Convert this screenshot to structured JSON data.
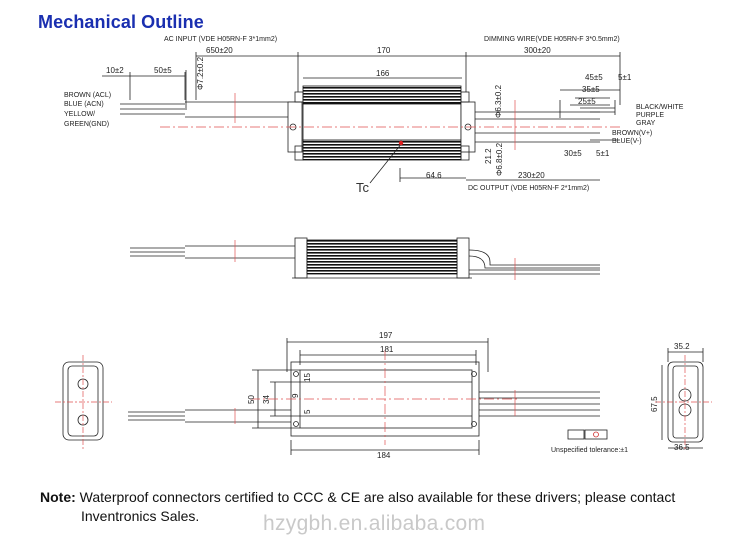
{
  "title": "Mechanical Outline",
  "top_view": {
    "ac_input_label": "AC INPUT  (VDE H05RN-F 3*1mm2)",
    "dimming_wire_label": "DIMMING WIRE(VDE H05RN-F 3*0.5mm2)",
    "dc_output_label": "DC OUTPUT (VDE H05RN-F 2*1mm2)",
    "input_wire_labels": [
      "BROWN (ACL)",
      "BLUE (ACN)",
      "YELLOW/",
      "GREEN(GND)"
    ],
    "dimming_wire_colors": [
      "BLACK/WHITE",
      "PURPLE",
      "GRAY"
    ],
    "output_wire_labels": [
      "BROWN(V+)",
      "BLUE(V-)"
    ],
    "tc_label": "Tc",
    "dims": {
      "len_650": "650±20",
      "len_170": "170",
      "len_166": "166",
      "len_300": "300±20",
      "len_10": "10±2",
      "len_50": "50±5",
      "dia_72": "Φ7.2±0.2",
      "dia_63": "Φ6.3±0.2",
      "dia_68": "Φ6.8±0.2",
      "d_212": "21.2",
      "len_646": "64.6",
      "len_230": "230±20",
      "len_45": "45±5",
      "len_5a": "5±1",
      "len_35": "35±5",
      "len_25": "25±5",
      "len_30": "30±5",
      "len_5b": "5±1"
    }
  },
  "bottom_view": {
    "dims": {
      "len_197": "197",
      "len_181": "181",
      "len_184": "184",
      "h_50": "50",
      "h_34": "34",
      "h_15": "15",
      "h_9": "9",
      "h_5": "5",
      "w_352": "35.2",
      "h_675": "67.5",
      "w_365": "36.5"
    },
    "tolerance": "Unspecified tolerance:±1"
  },
  "note": {
    "label": "Note:",
    "line1": "Waterproof connectors certified to CCC & CE are also available for these drivers; please contact",
    "line2": "Inventronics Sales."
  },
  "watermark": "hzygbh.en.alibaba.com"
}
